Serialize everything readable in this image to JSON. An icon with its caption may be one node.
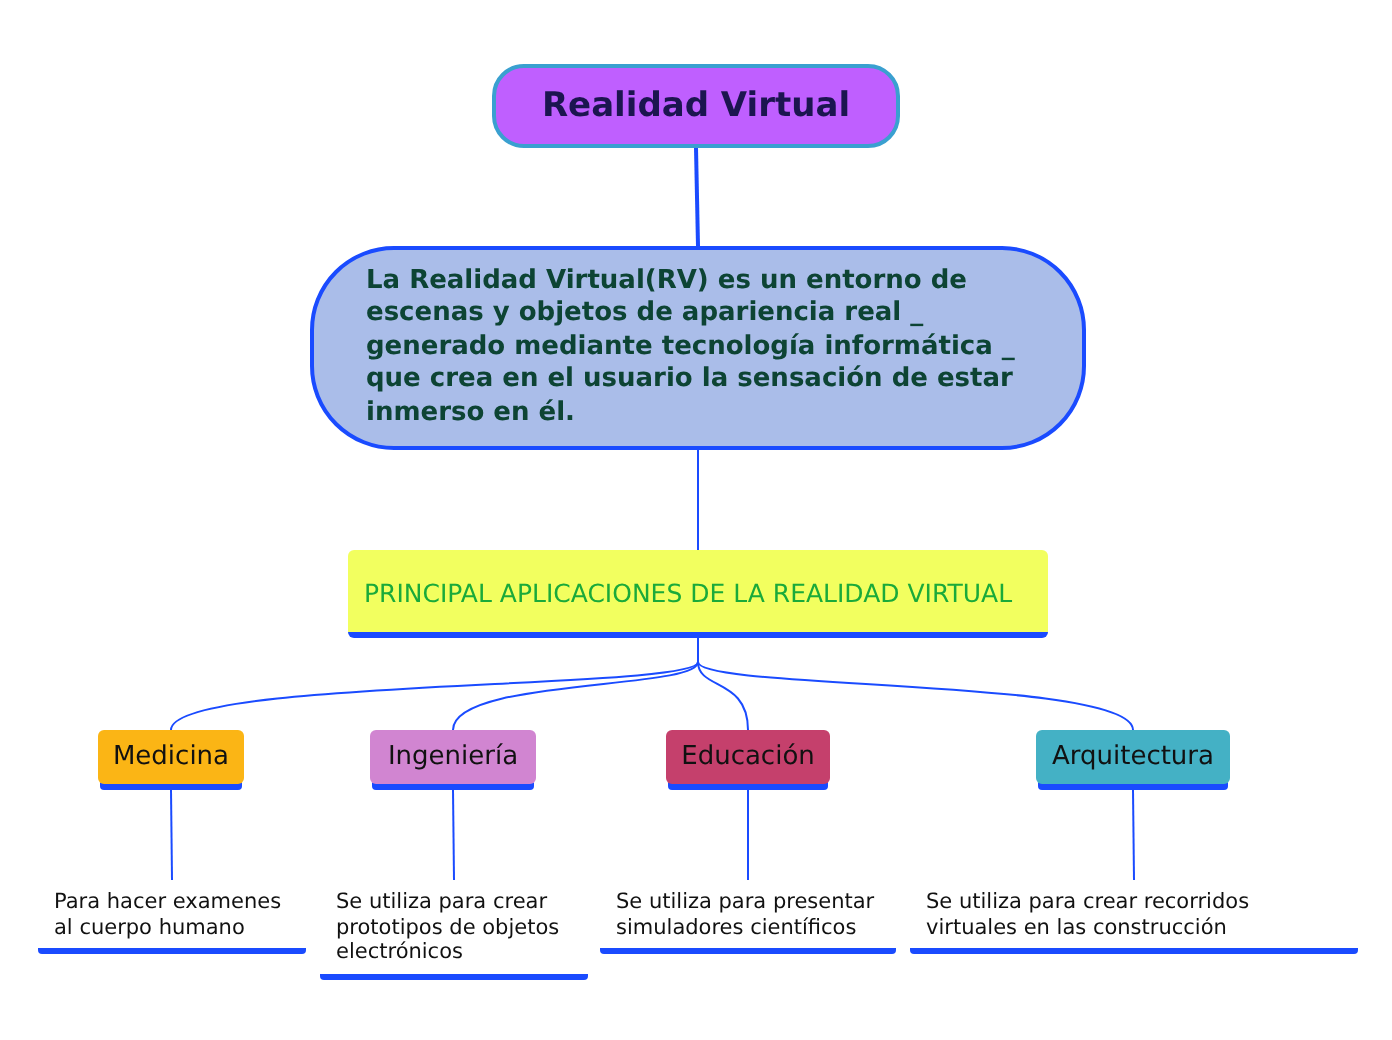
{
  "diagram": {
    "nodes": [
      {
        "text": [
          "Realidad Virtual"
        ]
      },
      {
        "text": [
          "La Realidad Virtual(RV) es un entorno de escenas y objetos de apariencia real _ generado mediante tecnología informática _ que crea en el usuario la sensación de estar inmerso en él."
        ]
      },
      {
        "text": [
          "PRINCIPAL APLICACIONES DE LA REALIDAD VIRTUAL"
        ]
      },
      {
        "text": [
          "Medicina"
        ]
      },
      {
        "text": [
          "Ingeniería"
        ]
      },
      {
        "text": [
          "Educación"
        ]
      },
      {
        "text": [
          "Arquitectura"
        ]
      },
      {
        "text": [
          "Para hacer examenes al cuerpo humano"
        ]
      },
      {
        "text": [
          "Se utiliza para crear prototipos de objetos electrónicos"
        ]
      },
      {
        "text": [
          "Se utiliza para presentar simuladores científicos"
        ]
      },
      {
        "text": [
          "Se utiliza para crear recorridos virtuales en las construcción"
        ]
      }
    ],
    "edges": [
      {
        "from": 0,
        "to": 1,
        "arrow": "none"
      },
      {
        "from": 1,
        "to": 2,
        "arrow": "none"
      },
      {
        "from": 2,
        "to": 3,
        "arrow": "none"
      },
      {
        "from": 2,
        "to": 4,
        "arrow": "none"
      },
      {
        "from": 2,
        "to": 5,
        "arrow": "none"
      },
      {
        "from": 2,
        "to": 6,
        "arrow": "none"
      },
      {
        "from": 3,
        "to": 7,
        "arrow": "none"
      },
      {
        "from": 4,
        "to": 8,
        "arrow": "none"
      },
      {
        "from": 5,
        "to": 9,
        "arrow": "none"
      },
      {
        "from": 6,
        "to": 10,
        "arrow": "none"
      }
    ]
  }
}
